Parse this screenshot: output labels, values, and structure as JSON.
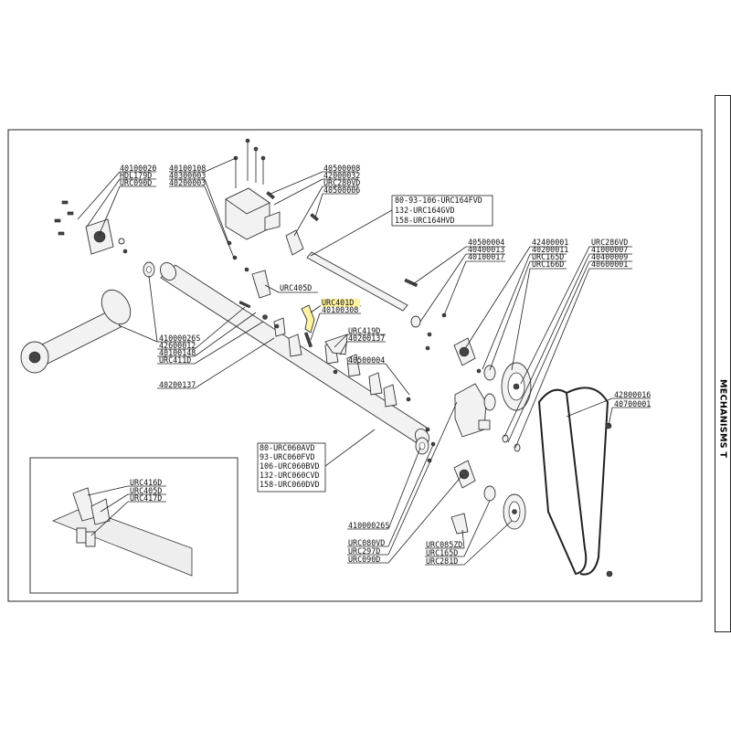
{
  "side_tab": {
    "title": "MECHANISMS T"
  },
  "highlight_color": "#fff3a0",
  "highlighted_part": "URC401D",
  "labels": {
    "l_40100020": "40100020",
    "l_HDL179D": "HDL179D",
    "l_URC090D_a": "URC090D",
    "l_40100108": "40100108",
    "l_40300003": "40300003",
    "l_40200003": "40200003",
    "l_40500008": "40500008",
    "l_42000032": "42000032",
    "l_URC280VD": "URC280VD",
    "l_40500006": "40500006",
    "l_80_URC164FVD": "80-93-106-URC164FVD",
    "l_132_URC164GVD": "132-URC164GVD",
    "l_158_URC164HVD": "158-URC164HVD",
    "l_URC405D_a": "URC405D",
    "l_URC401D": "URC401D",
    "l_40100308": "40100308",
    "l_40500004_a": "40500004",
    "l_40400013": "40400013",
    "l_40100017": "40100017",
    "l_42400001": "42400001",
    "l_40200011": "40200011",
    "l_URC165D_a": "URC165D",
    "l_URC166D": "URC166D",
    "l_URC286VD": "URC286VD",
    "l_41000007": "41000007",
    "l_40400009": "40400009",
    "l_40600001": "40600001",
    "l_URC419D": "URC419D",
    "l_40200137_a": "40200137",
    "l_40500004_b": "40500004",
    "l_41000026S_a": "41000026S",
    "l_42600012": "42600012",
    "l_40100148": "40100148",
    "l_URC411D": "URC411D",
    "l_40200137_b": "40200137",
    "l_42800016": "42800016",
    "l_40700001": "40700001",
    "l_80_URC060AVD": "80-URC060AVD",
    "l_93_URC060FVD": "93-URC060FVD",
    "l_106_URC060BVD": "106-URC060BVD",
    "l_132_URC060CVD": "132-URC060CVD",
    "l_158_URC060DVD": "158-URC060DVD",
    "l_URC416D": "URC416D",
    "l_URC405D_b": "URC405D",
    "l_URC417D": "URC417D",
    "l_41000026S_b": "41000026S",
    "l_URC080VD": "URC080VD",
    "l_URC297D": "URC297D",
    "l_URC090D_b": "URC090D",
    "l_URC085ZD": "URC085ZD",
    "l_URC165D_b": "URC165D",
    "l_URC281D": "URC281D"
  }
}
